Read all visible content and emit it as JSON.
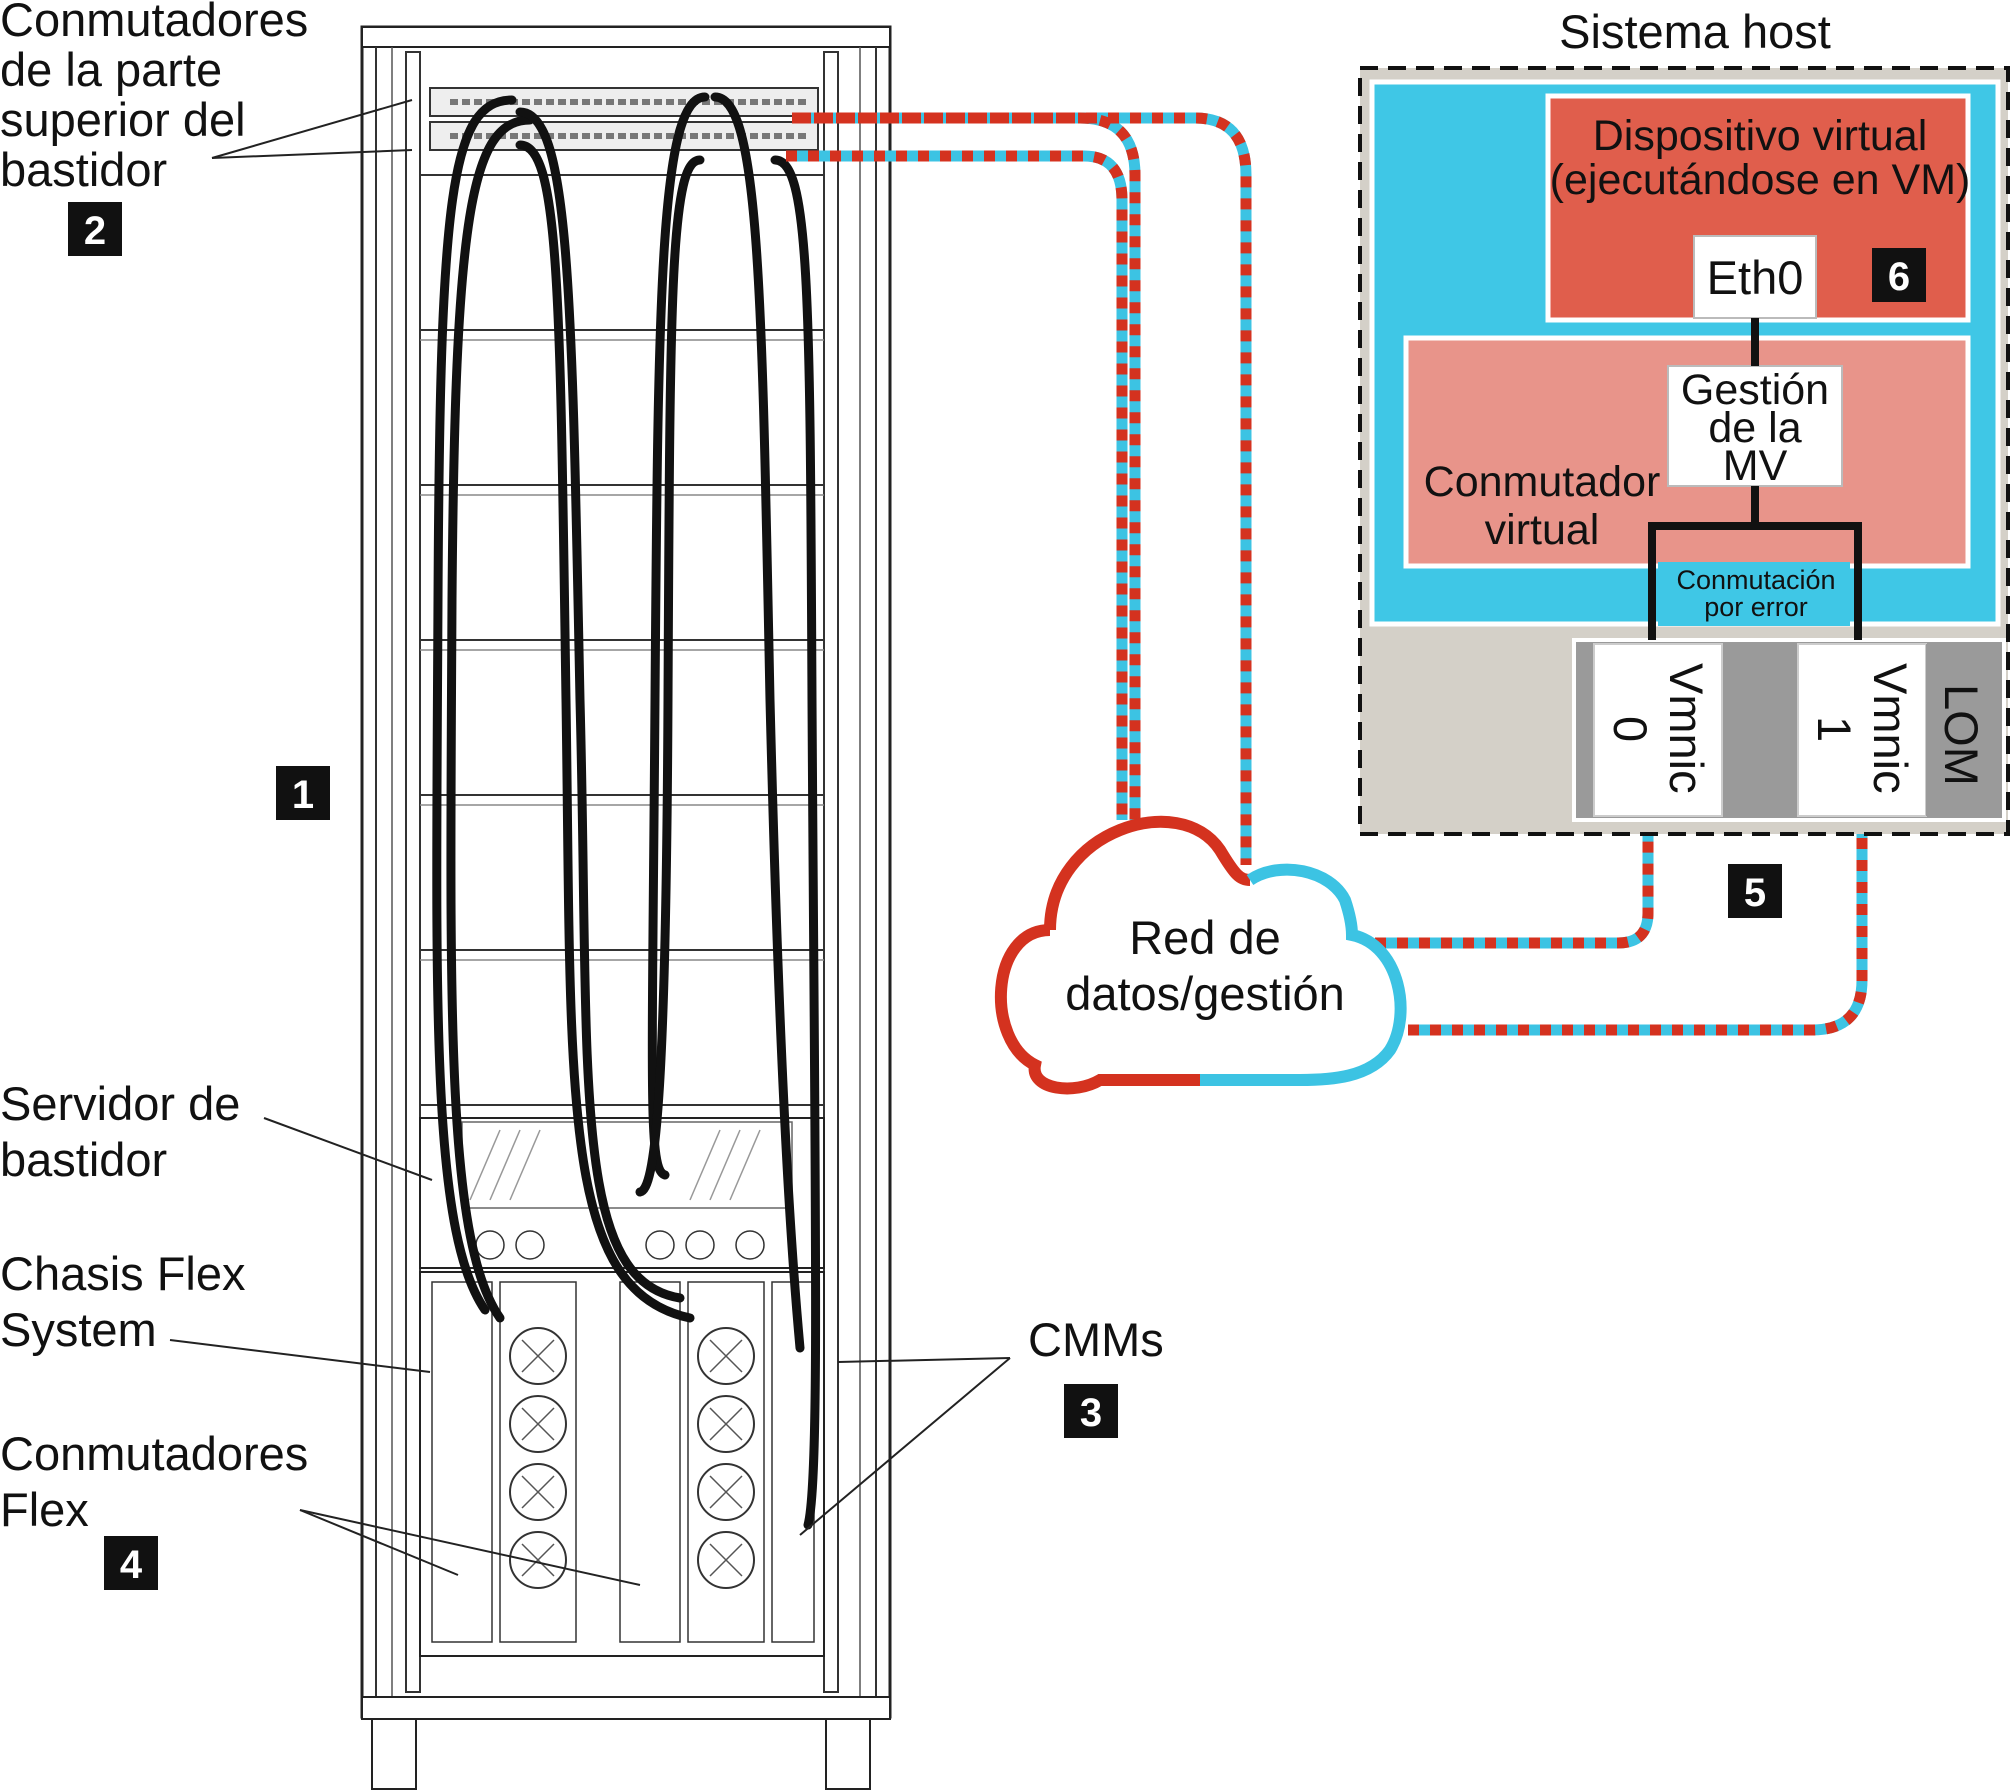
{
  "colors": {
    "dataRed": "#d4321f",
    "dataBlue": "#3cc3e3",
    "hostBlue": "#3fc7e6",
    "vmRed": "#e05e4c",
    "vswitchPink": "#e8948a",
    "hostGray": "#d4d0c8",
    "nicGray": "#9a9a9a"
  },
  "labels": {
    "torSwitches": [
      "Conmutadores",
      "de la parte",
      "superior del",
      "bastidor"
    ],
    "rackServer": [
      "Servidor de",
      "bastidor"
    ],
    "flexChassis": [
      "Chasis Flex",
      "System"
    ],
    "flexSwitches": [
      "Conmutadores",
      "Flex"
    ],
    "cmms": "CMMs",
    "hostSystem": "Sistema host",
    "virtualAppliance": [
      "Dispositivo virtual",
      "(ejecutándose en VM)"
    ],
    "eth0": "Eth0",
    "vmManagement": [
      "Gestión",
      "de la",
      "MV"
    ],
    "virtualSwitch": [
      "Conmutador",
      "virtual"
    ],
    "failover": [
      "Conmutación",
      "por error"
    ],
    "vmnic0": [
      "Vmnic",
      "0"
    ],
    "vmnic1": [
      "Vmnic",
      "1"
    ],
    "lom": "LOM",
    "network": [
      "Red de",
      "datos/gestión"
    ]
  },
  "callouts": {
    "rack": "1",
    "torSwitches": "2",
    "cmms": "3",
    "flexSwitches": "4",
    "lomPorts": "5",
    "virtualAppliance": "6"
  },
  "icons": {
    "rack": "server-rack-icon",
    "network": "cloud-network-icon"
  }
}
